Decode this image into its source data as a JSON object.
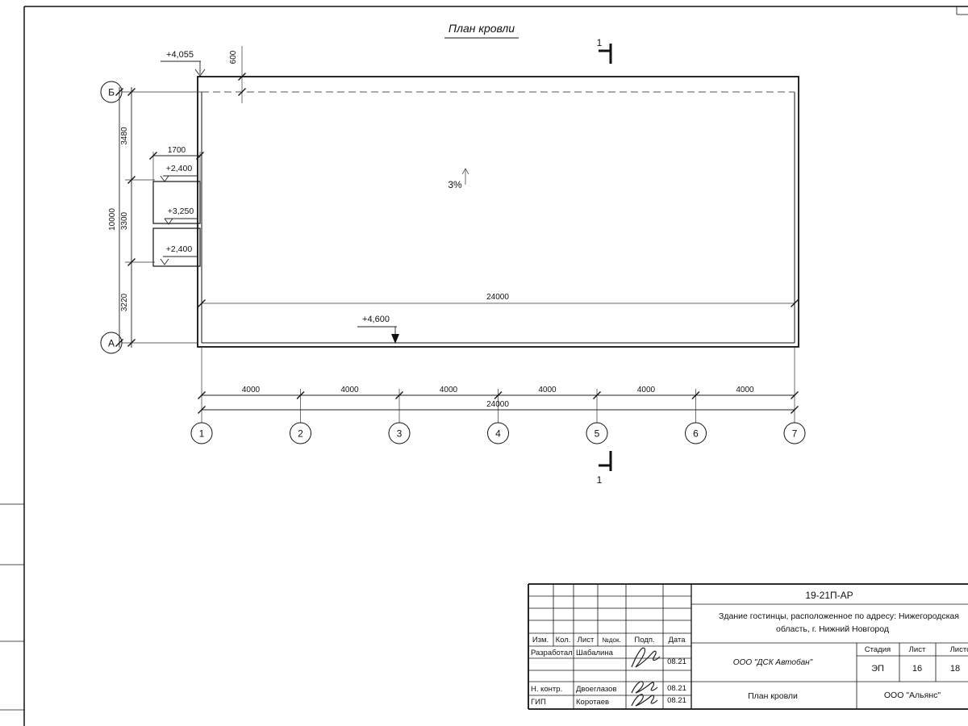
{
  "page": {
    "title": "План кровли"
  },
  "drawing": {
    "section_label": "1",
    "slope_label": "3%",
    "elevations": {
      "corner_top": "+4,055",
      "canopy_upper": "+2,400",
      "canopy_mid": "+3,250",
      "canopy_lower": "+2,400",
      "bottom_edge": "+4,600"
    },
    "dims": {
      "parapet_offset": "600",
      "canopy_width": "1700",
      "left_seg_1": "3480",
      "left_seg_2": "3300",
      "left_seg_3": "3220",
      "left_total": "10000",
      "roof_length_inner": "24000",
      "bay": "4000",
      "total_bottom": "24000"
    },
    "row_axes": [
      "Б",
      "А"
    ],
    "col_axes": [
      "1",
      "2",
      "3",
      "4",
      "5",
      "6",
      "7"
    ]
  },
  "titleblock": {
    "doc_number": "19-21П-АР",
    "project_line1": "Здание гостинцы, расположенное по адресу: Нижегородская",
    "project_line2": "область, г. Нижний Новгород",
    "header": {
      "izm": "Изм.",
      "kol": "Кол.",
      "list": "Лист",
      "ndok": "№док.",
      "podp": "Подп.",
      "data": "Дата"
    },
    "rows": [
      {
        "role": "Разработал",
        "name": "Шабалина",
        "date": "08.21"
      },
      {
        "role": "Н. контр.",
        "name": "Двоеглазов",
        "date": "08.21"
      },
      {
        "role": "ГИП",
        "name": "Коротаев",
        "date": "08.21"
      }
    ],
    "company": "ООО \"ДСК Автобан\"",
    "stage_header": {
      "stage": "Стадия",
      "sheet": "Лист",
      "sheets": "Листов"
    },
    "stage_values": {
      "stage": "ЭП",
      "sheet": "16",
      "sheets": "18"
    },
    "drawing_name": "План кровли",
    "org": "ООО \"Альянс\""
  }
}
